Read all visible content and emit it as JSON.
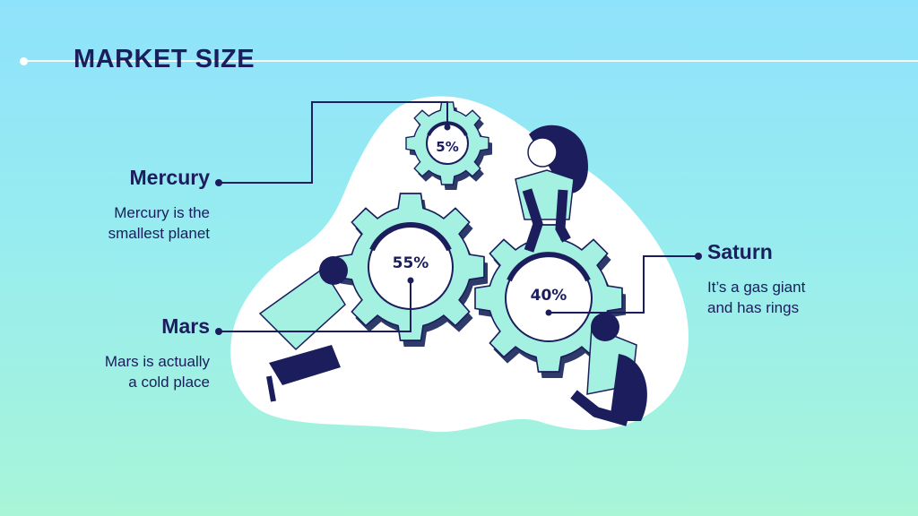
{
  "title": "MARKET SIZE",
  "items": [
    {
      "name": "Mercury",
      "description": "Mercury is the\nsmallest planet",
      "percent": "5%"
    },
    {
      "name": "Mars",
      "description": "Mars is actually\na cold place",
      "percent": "55%"
    },
    {
      "name": "Saturn",
      "description": "It’s a gas giant\nand has rings",
      "percent": "40%"
    }
  ],
  "colors": {
    "navy": "#1b1d5c",
    "gear": "#a5f1e1",
    "shadow": "#2d3a6a",
    "blob": "#ffffff"
  }
}
